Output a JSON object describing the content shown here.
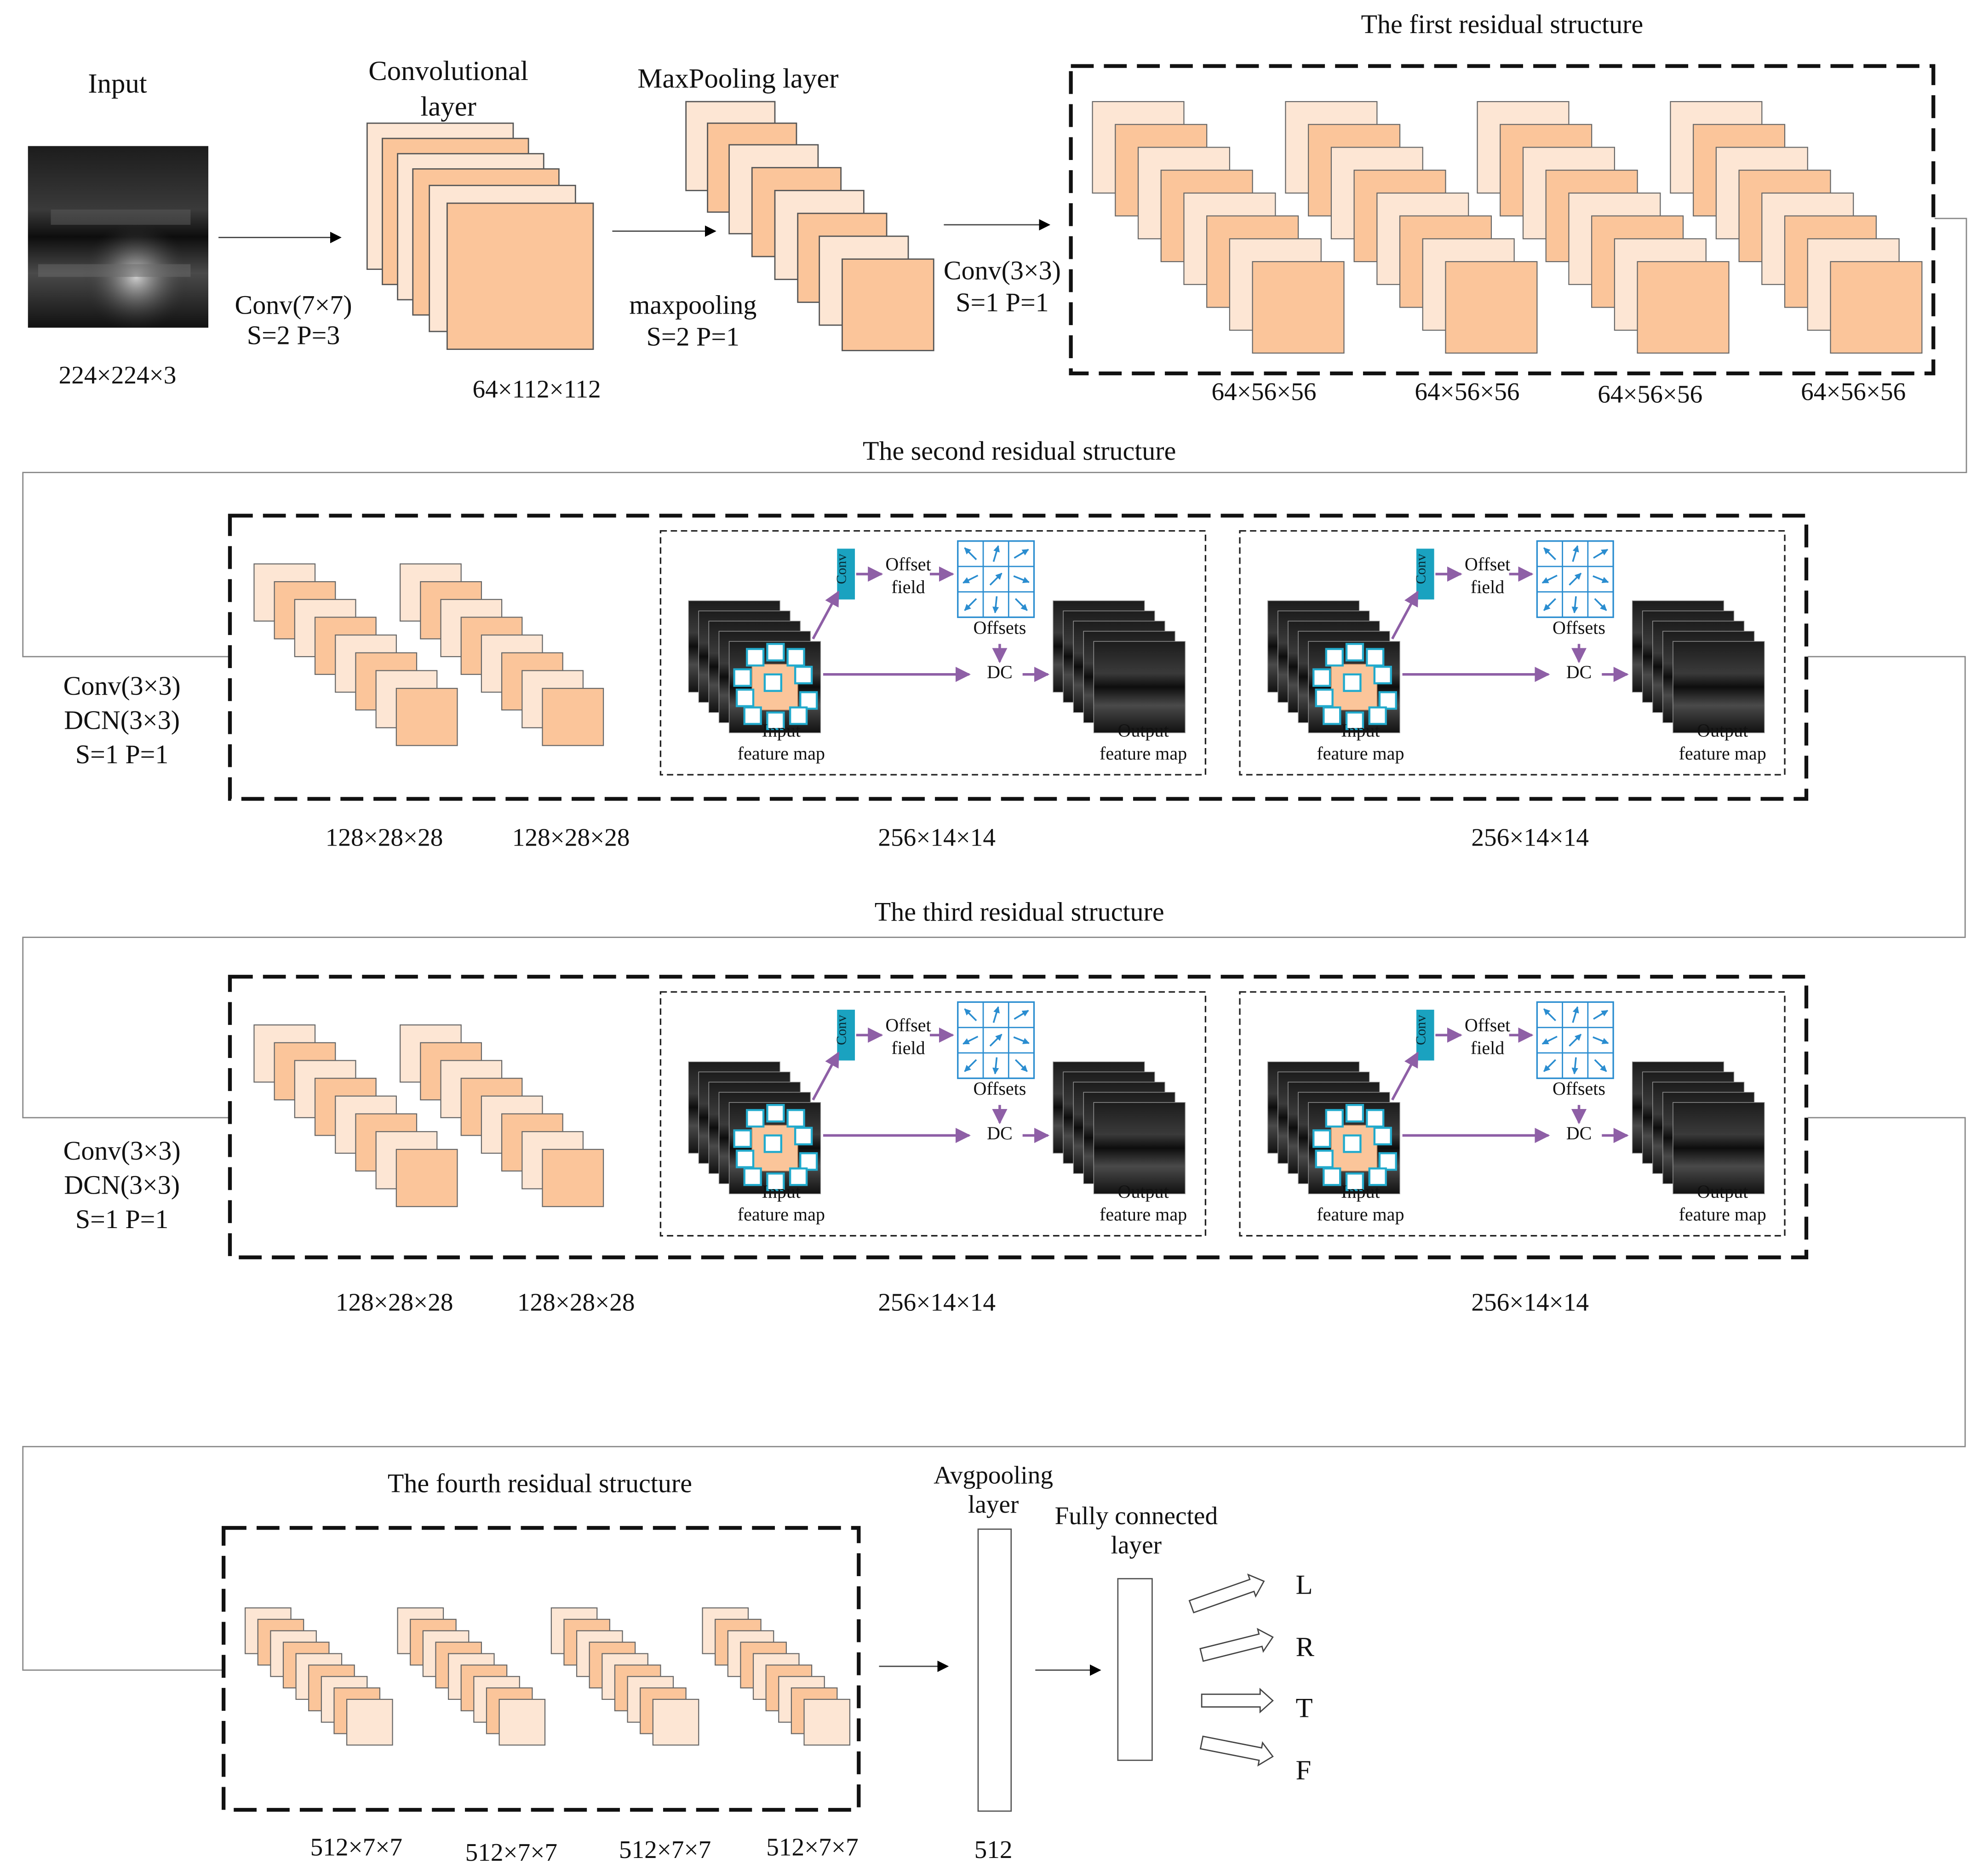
{
  "diagram": {
    "input": {
      "title": "Input",
      "size": "224×224×3"
    },
    "conv1": {
      "title_line1": "Convolutional",
      "title_line2": "layer",
      "op_line1": "Conv(7×7)",
      "op_line2": "S=2 P=3",
      "size": "64×112×112"
    },
    "maxpool": {
      "title": "MaxPooling layer",
      "op_line1": "maxpooling",
      "op_line2": "S=2 P=1"
    },
    "first_stage": {
      "title": "The first residual structure",
      "op_line1": "Conv(3×3)",
      "op_line2": "S=1 P=1",
      "sizes": [
        "64×56×56",
        "64×56×56",
        "64×56×56",
        "64×56×56"
      ]
    },
    "second_stage": {
      "title": "The second  residual structure",
      "op_line1": "Conv(3×3)",
      "op_line2": "DCN(3×3)",
      "op_line3": "S=1 P=1",
      "sizes": [
        "128×28×28",
        "128×28×28",
        "256×14×14",
        "256×14×14"
      ]
    },
    "third_stage": {
      "title": "The third  residual structure",
      "op_line1": "Conv(3×3)",
      "op_line2": "DCN(3×3)",
      "op_line3": "S=1 P=1",
      "sizes": [
        "128×28×28",
        "128×28×28",
        "256×14×14",
        "256×14×14"
      ]
    },
    "fourth_stage": {
      "title": "The fourth residual structure",
      "sizes": [
        "512×7×7",
        "512×7×7",
        "512×7×7",
        "512×7×7"
      ]
    },
    "dcn_block": {
      "conv_tag": "Conv",
      "offset_line1": "Offset",
      "offset_line2": "field",
      "offsets": "Offsets",
      "dc": "DC",
      "input_line1": "Input",
      "input_line2": "feature map",
      "output_line1": "Output",
      "output_line2": "feature map"
    },
    "avgpool": {
      "title_line1": "Avgpooling",
      "title_line2": "layer",
      "size": "512"
    },
    "fc": {
      "title_line1": "Fully connected",
      "title_line2": "layer"
    },
    "outputs": [
      "L",
      "R",
      "T",
      "F"
    ],
    "colors": {
      "feature_map_fill": "#fbc59a",
      "feature_map_light": "#fde6d4",
      "dcn_arrow": "#8e5fa6",
      "offset_grid": "#2a8dd0",
      "conv_tag": "#1aa2c0"
    }
  }
}
